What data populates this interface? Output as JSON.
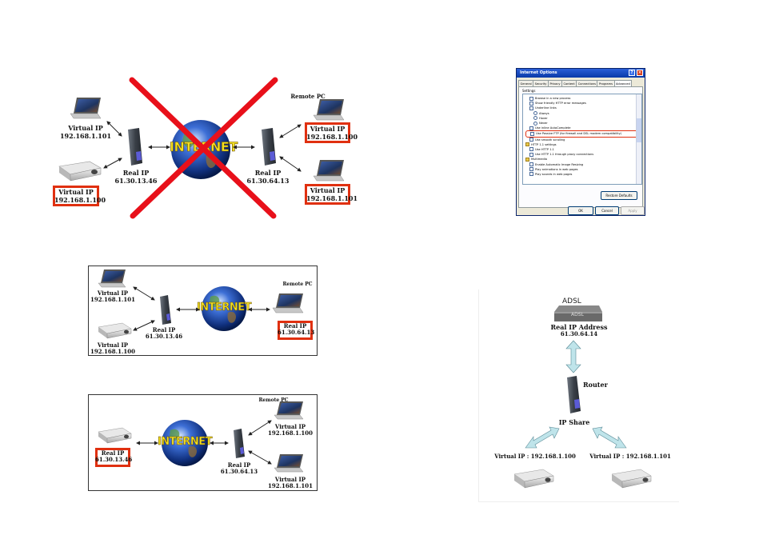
{
  "diagram1": {
    "remote_pc": "Remote PC",
    "left_top_label": "Virtual IP",
    "left_top_ip": "192.168.1.101",
    "left_bottom_label": "Virtual IP",
    "left_bottom_ip": "192.168.1.100",
    "left_router_label": "Real IP",
    "left_router_ip": "61.30.13.46",
    "internet": "INTERNET",
    "right_router_label": "Real IP",
    "right_router_ip": "61.30.64.13",
    "right_top_label": "Virtual IP",
    "right_top_ip": "192.168.1.100",
    "right_bottom_label": "Virtual IP",
    "right_bottom_ip": "192.168.1.101"
  },
  "diagram2": {
    "remote_pc": "Remote PC",
    "left_top_label": "Virtual IP",
    "left_top_ip": "192.168.1.101",
    "left_bottom_label": "Virtual IP",
    "left_bottom_ip": "192.168.1.100",
    "router_label": "Real IP",
    "router_ip": "61.30.13.46",
    "internet": "INTERNET",
    "right_label": "Real IP",
    "right_ip": "61.30.64.13"
  },
  "diagram3": {
    "remote_pc": "Remote PC",
    "left_label": "Real IP",
    "left_ip": "61.30.13.46",
    "internet": "INTERNET",
    "router_label": "Real IP",
    "router_ip": "61.30.64.13",
    "right_top_label": "Virtual IP",
    "right_top_ip": "192.168.1.100",
    "right_bottom_label": "Virtual IP",
    "right_bottom_ip": "192.168.1.101"
  },
  "dialog": {
    "title": "Internet Options",
    "tabs": [
      "General",
      "Security",
      "Privacy",
      "Content",
      "Connections",
      "Programs",
      "Advanced"
    ],
    "settings_label": "Settings",
    "items": [
      "Browse in a new process",
      "Show friendly HTTP error messages",
      "Underline links",
      "Always",
      "Hover",
      "Never",
      "Use inline AutoComplete",
      "Use Passive FTP (for firewall and DSL modem compatibility)",
      "Use smooth scrolling",
      "HTTP 1.1 settings",
      "Use HTTP 1.1",
      "Use HTTP 1.1 through proxy connections",
      "Multimedia",
      "Enable Automatic Image Resizing",
      "Play animations in web pages",
      "Play sounds in web pages"
    ],
    "restore_button": "Restore Defaults",
    "ok_button": "OK",
    "cancel_button": "Cancel",
    "apply_button": "Apply"
  },
  "diagram4": {
    "adsl": "ADSL",
    "adsl_device": "ADSL",
    "real_ip_address": "Real IP Address",
    "real_ip": "61.30.64.14",
    "router": "Router",
    "ip_share": "IP Share",
    "left_virtual": "Virtual IP : 192.168.1.100",
    "right_virtual": "Virtual IP : 192.168.1.101"
  },
  "colors": {
    "highlight_red": "#e03010",
    "cross_red": "#e8101a",
    "arrow_blue": "#bfe4ea"
  }
}
